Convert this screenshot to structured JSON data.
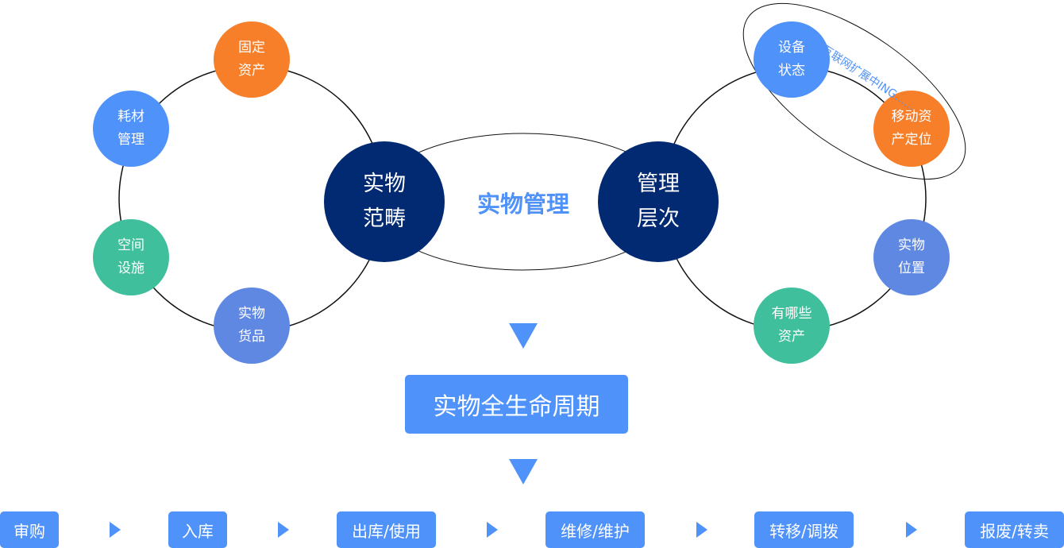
{
  "colors": {
    "primary_blue": "#4f92fa",
    "dark_navy": "#022a73",
    "orange": "#f77f2a",
    "green": "#3fbf9b",
    "periwinkle": "#5f88e3"
  },
  "center": {
    "title": "实物管理"
  },
  "left_cluster": {
    "hub": "实物\n范畴",
    "nodes": [
      {
        "label": "固定\n资产",
        "color": "orange"
      },
      {
        "label": "耗材\n管理",
        "color": "blue"
      },
      {
        "label": "空间\n设施",
        "color": "green"
      },
      {
        "label": "实物\n货品",
        "color": "periwinkle"
      }
    ]
  },
  "right_cluster": {
    "hub": "管理\n层次",
    "nodes": [
      {
        "label": "设备\n状态",
        "color": "blue"
      },
      {
        "label": "移动资\n产定位",
        "color": "orange"
      },
      {
        "label": "实物\n位置",
        "color": "periwinkle"
      },
      {
        "label": "有哪些\n资产",
        "color": "green"
      }
    ],
    "iot_label": "互联网扩展中ING……"
  },
  "lifecycle": {
    "title": "实物全生命周期",
    "steps": [
      "审购",
      "入库",
      "出库/使用",
      "维修/维护",
      "转移/调拨",
      "报废/转卖"
    ]
  }
}
